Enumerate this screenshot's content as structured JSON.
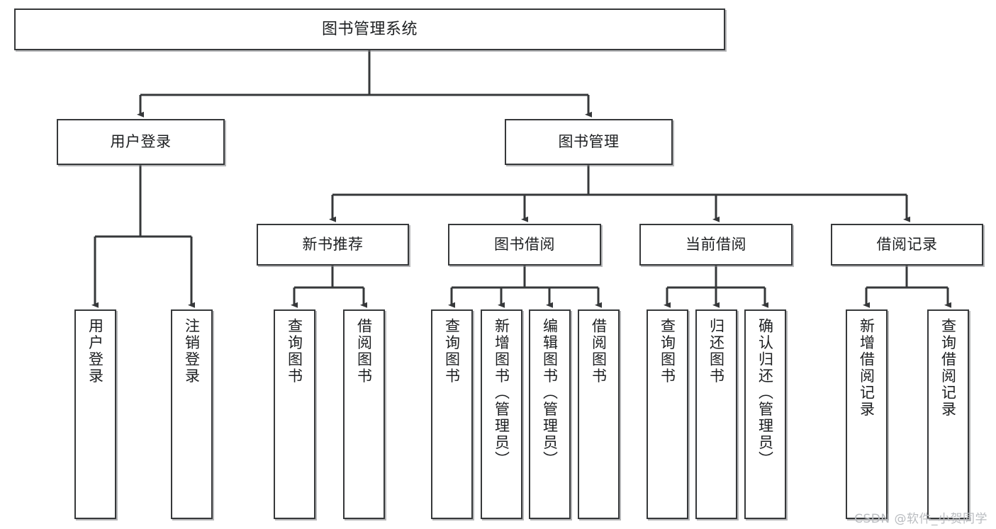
{
  "diagram": {
    "title": "图书管理系统",
    "type": "tree",
    "orientation": "top-down",
    "style": {
      "box_border_color": "#36383a",
      "box_fill_color": "#ffffff",
      "edge_color": "#36383a",
      "text_color": "#1d1f21",
      "background": "#ffffff"
    },
    "root": {
      "id": "root",
      "label": "图书管理系统"
    },
    "level2": [
      {
        "id": "user-login",
        "label": "用户登录"
      },
      {
        "id": "book-manage",
        "label": "图书管理"
      }
    ],
    "level3": [
      {
        "id": "new-book-recommend",
        "label": "新书推荐",
        "parent": "book-manage"
      },
      {
        "id": "book-borrow",
        "label": "图书借阅",
        "parent": "book-manage"
      },
      {
        "id": "current-borrow",
        "label": "当前借阅",
        "parent": "book-manage"
      },
      {
        "id": "borrow-record",
        "label": "借阅记录",
        "parent": "book-manage"
      }
    ],
    "leaves": [
      {
        "id": "leaf-user-login",
        "label": "用户登录",
        "parent": "user-login"
      },
      {
        "id": "leaf-user-logout",
        "label": "注销登录",
        "parent": "user-login"
      },
      {
        "id": "leaf-rec-query-book",
        "label": "查询图书",
        "parent": "new-book-recommend"
      },
      {
        "id": "leaf-rec-borrow-book",
        "label": "借阅图书",
        "parent": "new-book-recommend"
      },
      {
        "id": "leaf-bb-query-book",
        "label": "查询图书",
        "parent": "book-borrow"
      },
      {
        "id": "leaf-bb-add-book",
        "label": "新增图书（管理员）",
        "parent": "book-borrow"
      },
      {
        "id": "leaf-bb-edit-book",
        "label": "编辑图书（管理员）",
        "parent": "book-borrow"
      },
      {
        "id": "leaf-bb-borrow-book",
        "label": "借阅图书",
        "parent": "book-borrow"
      },
      {
        "id": "leaf-cb-query-book",
        "label": "查询图书",
        "parent": "current-borrow"
      },
      {
        "id": "leaf-cb-return-book",
        "label": "归还图书",
        "parent": "current-borrow"
      },
      {
        "id": "leaf-cb-confirm-return",
        "label": "确认归还（管理员）",
        "parent": "current-borrow"
      },
      {
        "id": "leaf-br-add-record",
        "label": "新增借阅记录",
        "parent": "borrow-record"
      },
      {
        "id": "leaf-br-query-record",
        "label": "查询借阅记录",
        "parent": "borrow-record"
      }
    ]
  },
  "watermark": {
    "text": "CSDN @软件_小贺同学"
  }
}
